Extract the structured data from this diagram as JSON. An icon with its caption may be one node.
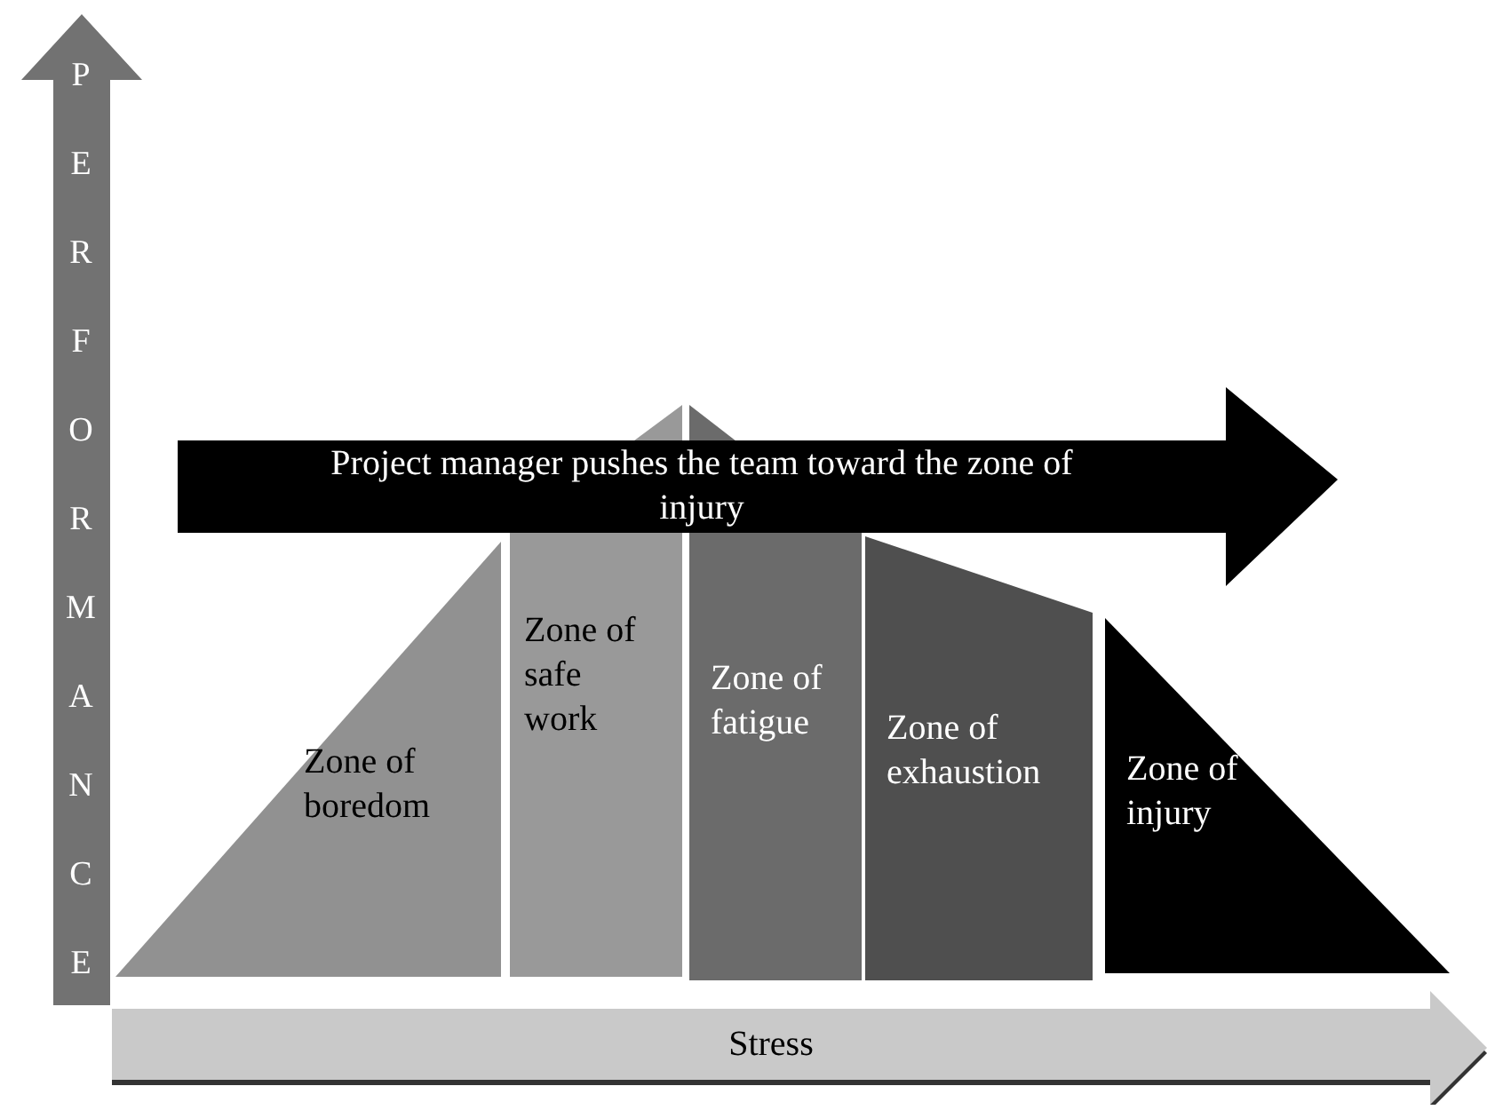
{
  "diagram": {
    "nodes": [
      {
        "text": [
          "PERFORMANCE"
        ]
      },
      {
        "text": [
          "Project manager pushes the team toward the zone of injury"
        ]
      },
      {
        "text": [
          "Zone of boredom"
        ]
      },
      {
        "text": [
          "Zone of safe work"
        ]
      },
      {
        "text": [
          "Zone of fatigue"
        ]
      },
      {
        "text": [
          "Zone of exhaustion"
        ]
      },
      {
        "text": [
          "Zone of injury"
        ]
      },
      {
        "text": [
          "Stress"
        ]
      }
    ]
  }
}
